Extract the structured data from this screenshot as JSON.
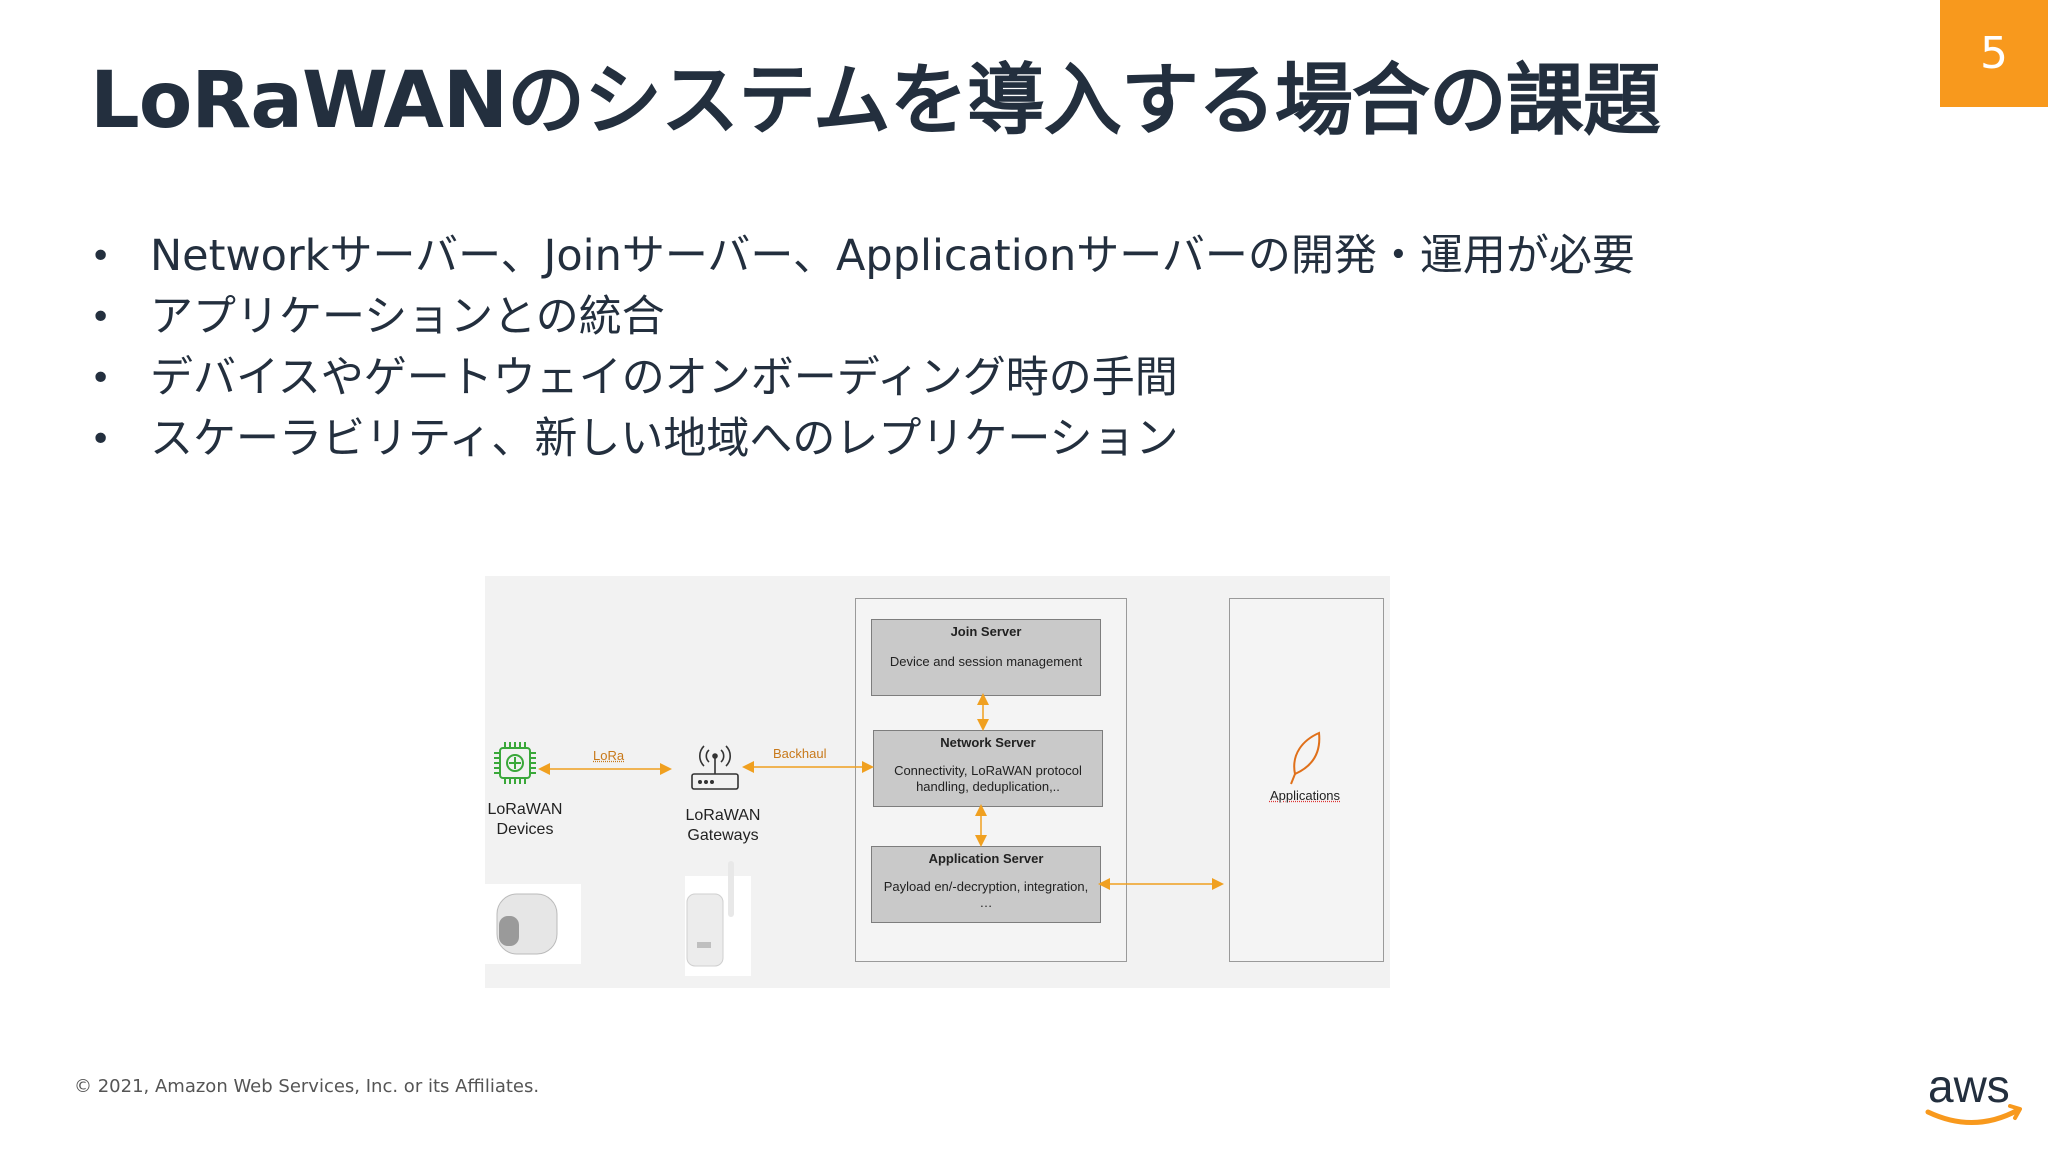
{
  "slide": {
    "title": "LoRaWANのシステムを導入する場合の課題",
    "page_number": "5",
    "bullets": [
      "Networkサーバー、Joinサーバー、Applicationサーバーの開発・運用が必要",
      "アプリケーションとの統合",
      "デバイスやゲートウェイのオンボーディング時の手間",
      "スケーラビリティ、新しい地域へのレプリケーション"
    ],
    "footer": "© 2021, Amazon Web Services, Inc. or its Affiliates.",
    "logo_text": "aws"
  },
  "diagram": {
    "devices_label_1": "LoRaWAN",
    "devices_label_2": "Devices",
    "gateways_label_1": "LoRaWAN",
    "gateways_label_2": "Gateways",
    "lora_link": "LoRa",
    "backhaul_link": "Backhaul",
    "join_server": {
      "name": "Join Server",
      "desc": "Device and session management"
    },
    "network_server": {
      "name": "Network Server",
      "desc_1": "Connectivity, LoRaWAN protocol",
      "desc_2": "handling, deduplication,.."
    },
    "application_server": {
      "name": "Application Server",
      "desc_1": "Payload en/-decryption, integration,",
      "desc_2": "…"
    },
    "applications_label": "Applications",
    "accent_color": "#f0a020",
    "device_icon_color": "#3aa83a",
    "app_icon_color": "#e0701a"
  }
}
